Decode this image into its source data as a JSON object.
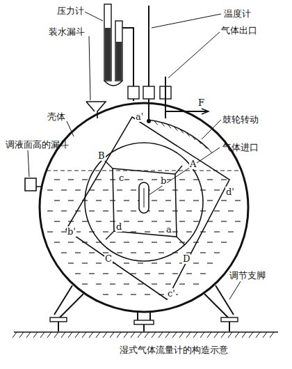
{
  "diagram": {
    "caption": "湿式气体流量计的构造示意",
    "labels": [
      "压力计",
      "装水漏斗",
      "温度计",
      "气体出口",
      "壳体",
      "鼓轮转动",
      "调液面高的漏斗",
      "气体进口",
      "a'",
      "F",
      "A",
      "B",
      "c",
      "b",
      "d'",
      "b'",
      "d",
      "a",
      "C",
      "D",
      "c'",
      "调节支脚"
    ]
  }
}
